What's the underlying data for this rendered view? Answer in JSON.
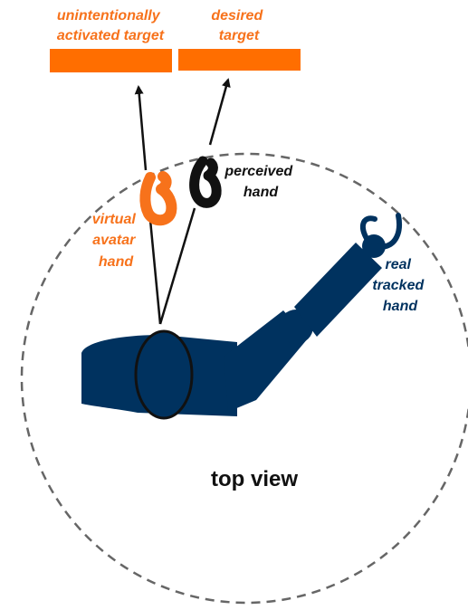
{
  "labels": {
    "unintentional_target_line1": "unintentionally",
    "unintentional_target_line2": "activated target",
    "desired_target_line1": "desired",
    "desired_target_line2": "target",
    "perceived_hand_line1": "perceived",
    "perceived_hand_line2": "hand",
    "virtual_hand_line1": "virtual",
    "virtual_hand_line2": "avatar",
    "virtual_hand_line3": "hand",
    "real_hand_line1": "real",
    "real_hand_line2": "tracked",
    "real_hand_line3": "hand",
    "view": "top view"
  },
  "colors": {
    "orange": "#F7721B",
    "navy": "#00325F",
    "black": "#111111",
    "dashed_circle": "#666666"
  },
  "icons": {
    "virtual_hand": "orange-hook-hand-icon",
    "perceived_hand": "black-hook-hand-icon",
    "real_hand": "navy-gripper-hand-icon"
  }
}
